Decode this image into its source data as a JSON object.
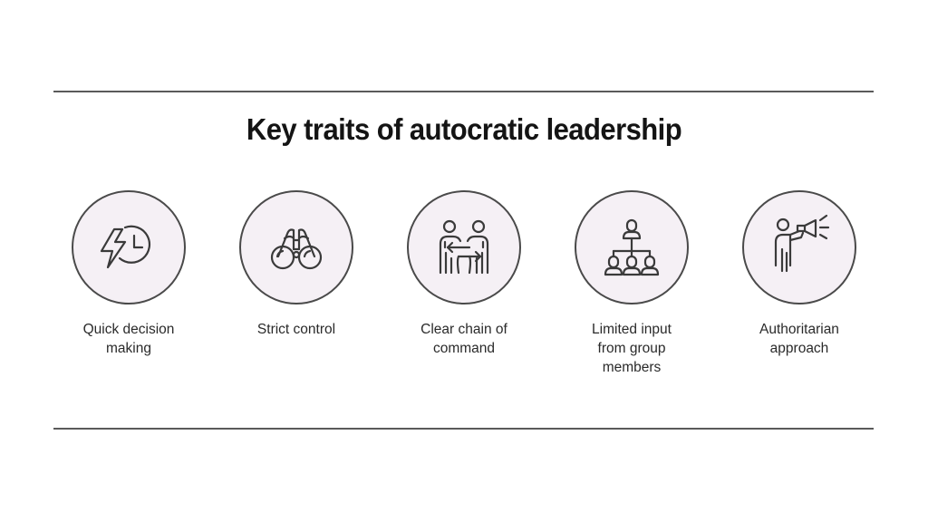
{
  "title": "Key traits of autocratic leadership",
  "colors": {
    "rule": "#5a5a5a",
    "circle_fill": "#f5f0f5",
    "circle_stroke": "#4a4a4a",
    "icon_stroke": "#3a3a3a",
    "text": "#1a1a1a"
  },
  "traits": [
    {
      "label": "Quick decision\nmaking",
      "icon": "lightning-clock-icon"
    },
    {
      "label": "Strict control",
      "icon": "binoculars-icon"
    },
    {
      "label": "Clear chain of\ncommand",
      "icon": "people-exchange-icon"
    },
    {
      "label": "Limited input\nfrom group\nmembers",
      "icon": "hierarchy-icon"
    },
    {
      "label": "Authoritarian\napproach",
      "icon": "person-megaphone-icon"
    }
  ]
}
